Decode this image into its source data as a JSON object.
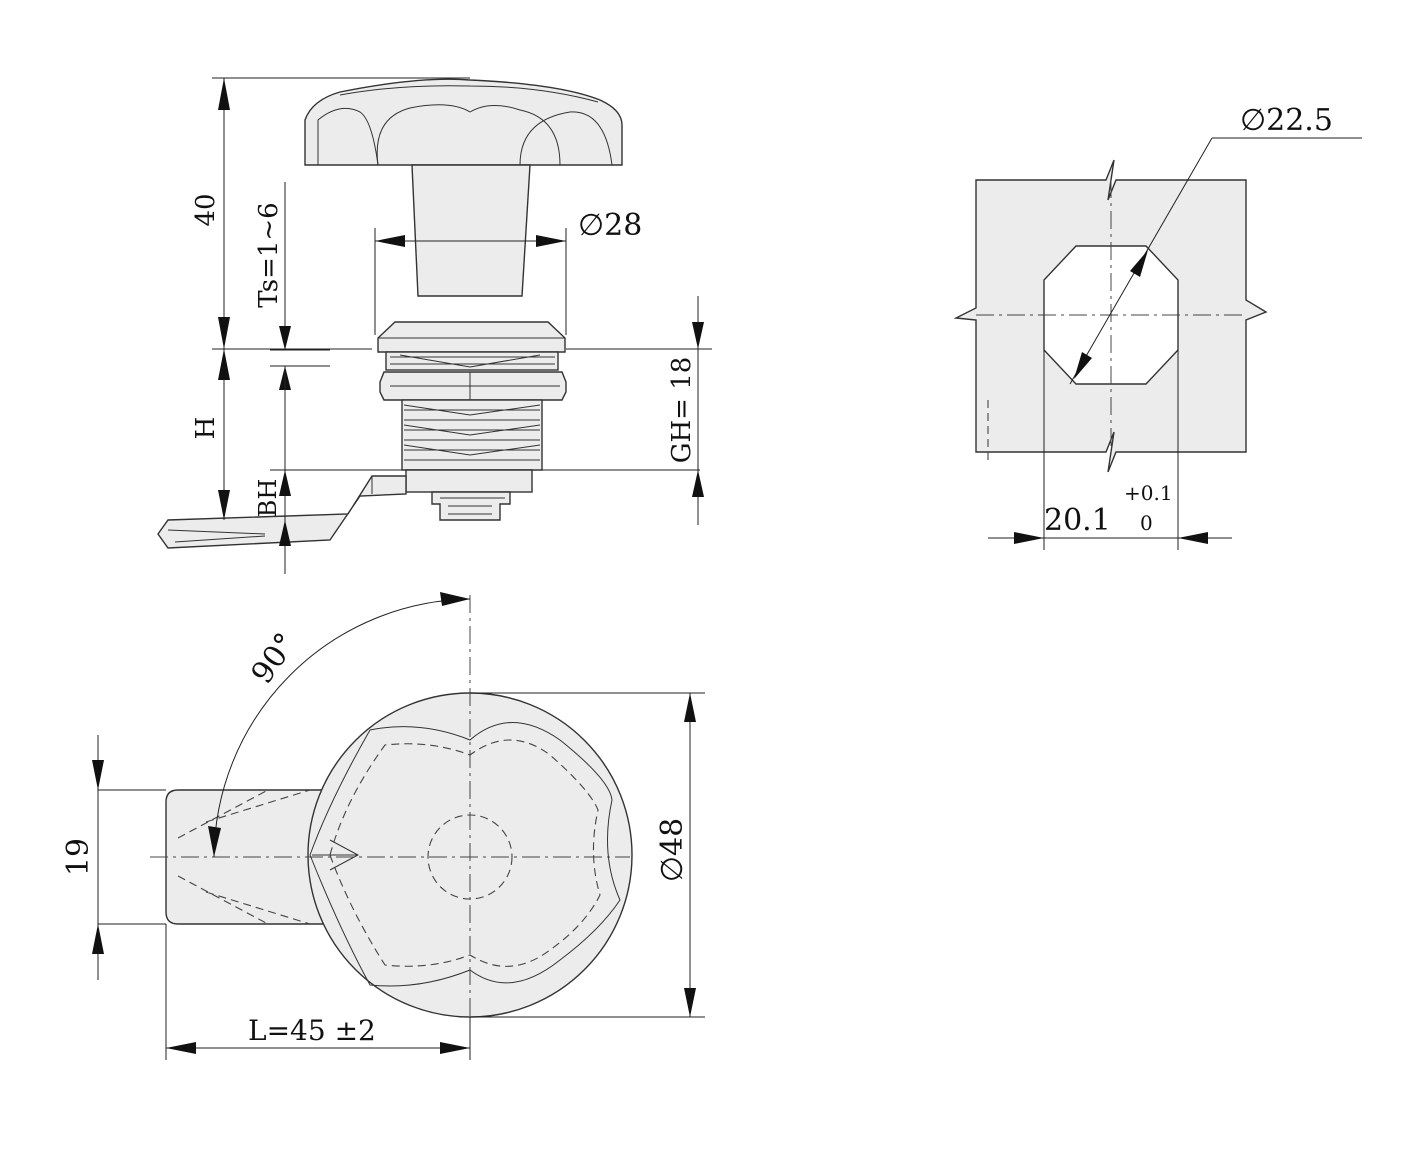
{
  "dimensions": {
    "height_40": "40",
    "thickness": "Ts=1~6",
    "diameter_28": "∅28",
    "h_label": "H",
    "bh_label": "BH",
    "gh_label": "GH= 18",
    "angle": "90°",
    "width_19": "19",
    "diameter_48": "∅48",
    "length": "L=45 ±2",
    "cutout_diameter": "∅22.5",
    "cutout_width": "20.1",
    "tol_upper": "+0.1",
    "tol_lower": "0"
  }
}
